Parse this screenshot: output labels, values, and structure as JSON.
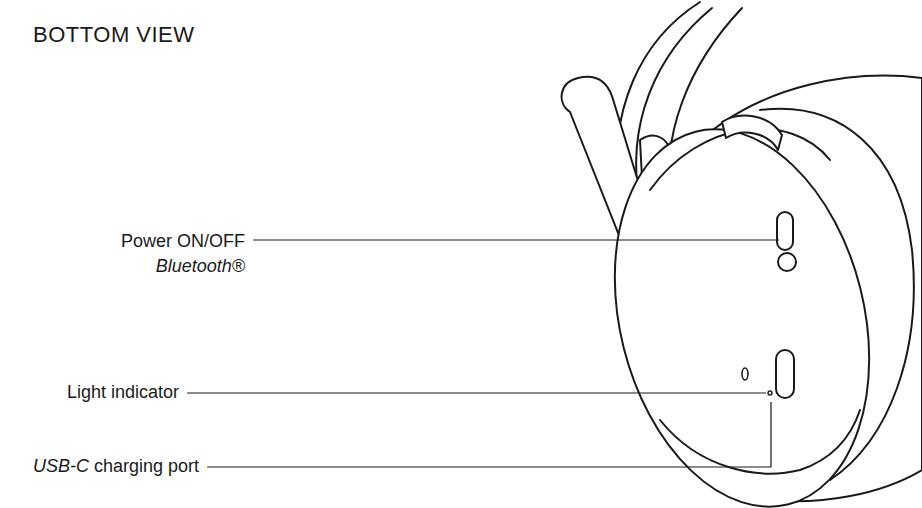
{
  "diagram": {
    "title": "BOTTOM VIEW",
    "labels": [
      "Power ON/OFF",
      "Bluetooth®",
      "Light indicator",
      "USB-C charging port"
    ]
  }
}
